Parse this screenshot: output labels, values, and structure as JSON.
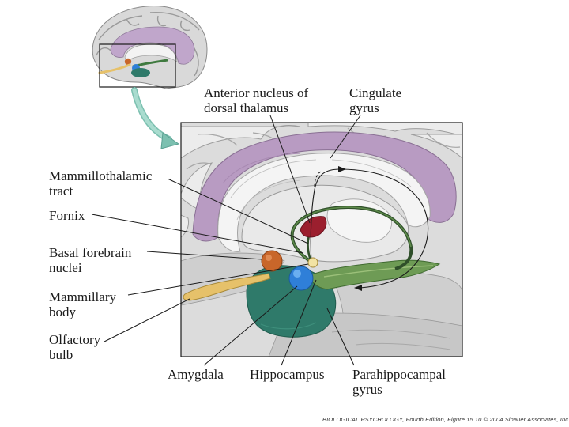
{
  "labels": {
    "anterior_nucleus": "Anterior nucleus of\ndorsal thalamus",
    "cingulate_gyrus": "Cingulate\ngyrus",
    "mammillothalamic_tract": "Mammillothalamic\ntract",
    "fornix": "Fornix",
    "basal_forebrain_nuclei": "Basal forebrain\nnuclei",
    "mammillary_body": "Mammillary\nbody",
    "olfactory_bulb": "Olfactory\nbulb",
    "amygdala": "Amygdala",
    "hippocampus": "Hippocampus",
    "parahippocampal_gyrus": "Parahippocampal\ngyrus"
  },
  "credit": "BIOLOGICAL PSYCHOLOGY, Fourth Edition, Figure 15.10  © 2004 Sinauer Associates, Inc.",
  "colors": {
    "cingulate": "#b89bc2",
    "gyri": "#d4d4d4",
    "white_matter": "#efefef",
    "hippocampus_green": "#6e9b55",
    "parahippocampal_teal": "#2f7a6a",
    "amygdala_blue": "#2f7fd8",
    "basal_forebrain_orange": "#c8662a",
    "olfactory_yellow": "#e6c16a",
    "thalamus_red": "#9b1f2e",
    "arrow_teal": "#7cc0b0"
  }
}
